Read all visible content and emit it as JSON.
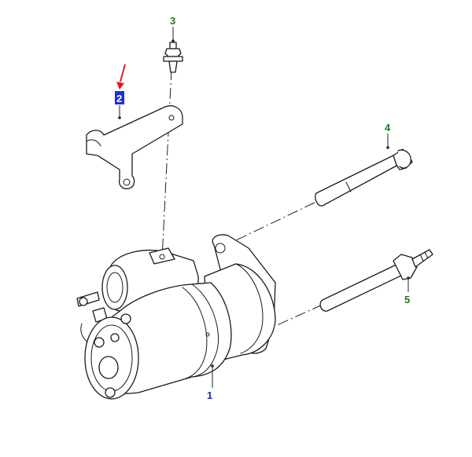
{
  "callouts": [
    {
      "id": "1",
      "label": "1",
      "color": "#1a2ad0",
      "highlighted": false
    },
    {
      "id": "2",
      "label": "2",
      "color": "#ffffff",
      "highlighted": true,
      "highlight_color": "#1f2fd6",
      "arrow_color": "#e11a1a"
    },
    {
      "id": "3",
      "label": "3",
      "color": "#1d7a1d",
      "highlighted": false
    },
    {
      "id": "4",
      "label": "4",
      "color": "#1d7a1d",
      "highlighted": false
    },
    {
      "id": "5",
      "label": "5",
      "color": "#1d7a1d",
      "highlighted": false
    }
  ]
}
